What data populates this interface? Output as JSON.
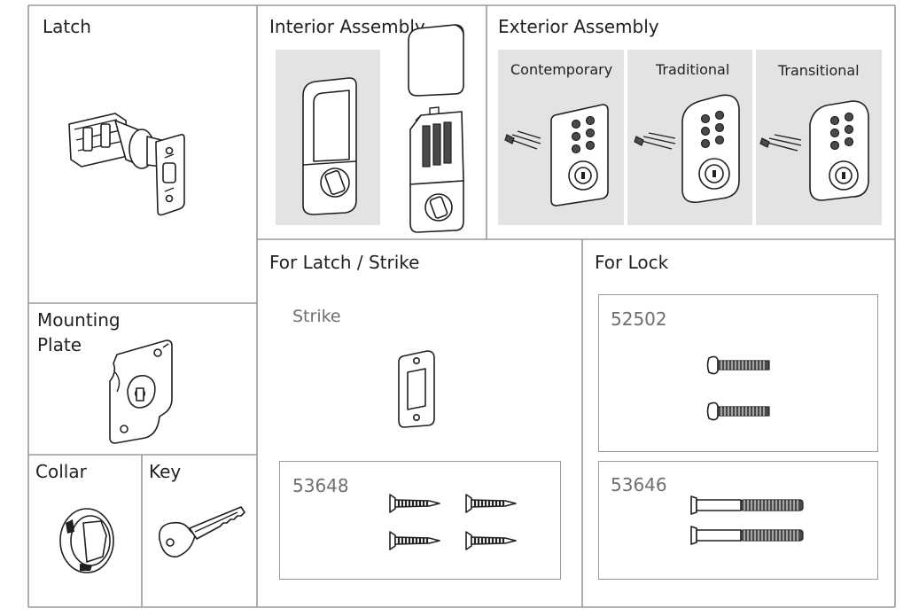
{
  "sections": {
    "latch": "Latch",
    "interior": "Interior Assembly",
    "exterior": "Exterior Assembly",
    "latch_strike": "For Latch / Strike",
    "lock": "For Lock",
    "mounting_plate": "Mounting Plate",
    "collar": "Collar",
    "key": "Key"
  },
  "exterior_styles": [
    "Contemporary",
    "Traditional",
    "Transitional"
  ],
  "strike_label": "Strike",
  "part_numbers": {
    "latch_screws": "53648",
    "lock_short": "52502",
    "lock_long": "53646"
  }
}
